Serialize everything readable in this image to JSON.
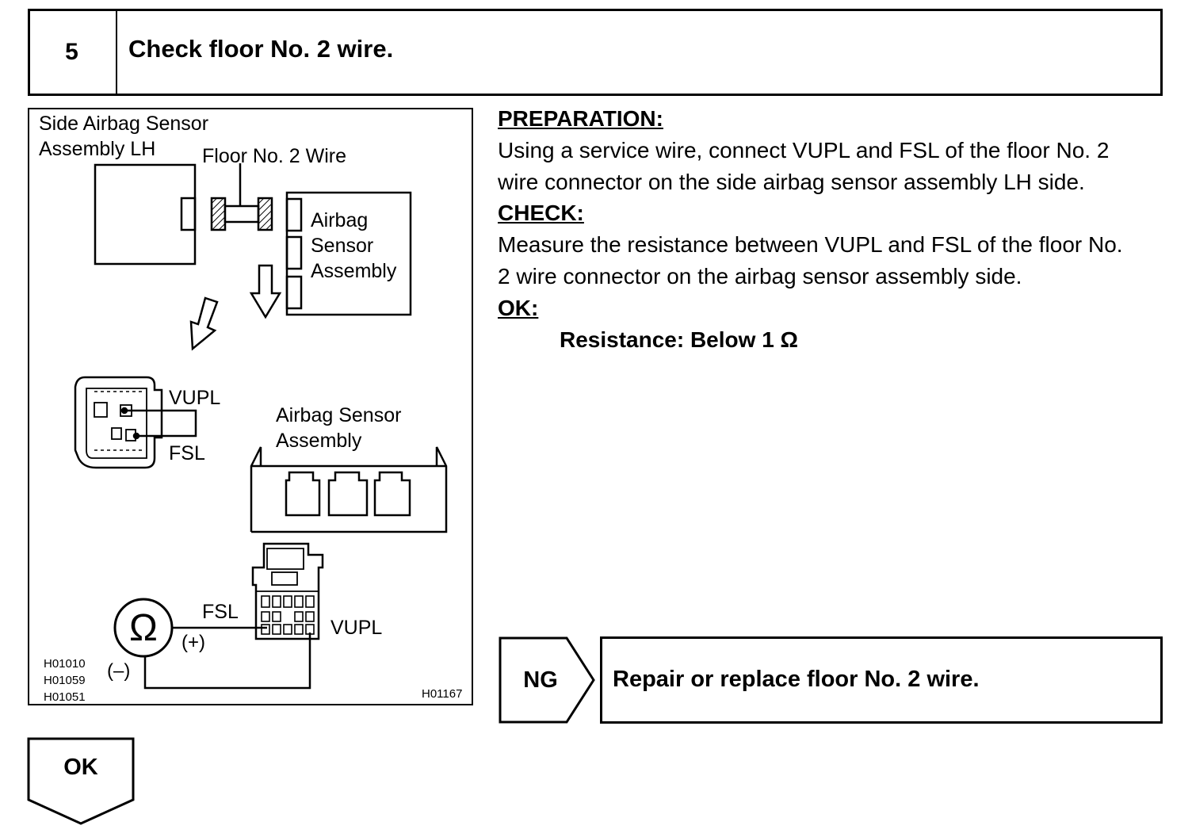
{
  "step": {
    "number": "5",
    "title": "Check floor No. 2 wire."
  },
  "figure": {
    "labels": {
      "side_sensor_1": "Side Airbag Sensor",
      "side_sensor_2": "Assembly LH",
      "floor_wire": "Floor No. 2 Wire",
      "airbag_1": "Airbag",
      "airbag_2": "Sensor",
      "airbag_3": "Assembly",
      "vupl_top": "VUPL",
      "fsl_top": "FSL",
      "airbag_assy_1": "Airbag Sensor",
      "airbag_assy_2": "Assembly",
      "fsl_bottom": "FSL",
      "vupl_bottom": "VUPL",
      "ohm": "Ω",
      "plus": "(+)",
      "minus": "(–)",
      "code_1": "H01010",
      "code_2": "H01059",
      "code_3": "H01051",
      "code_right": "H01167"
    }
  },
  "instructions": {
    "preparation_heading": "PREPARATION:",
    "preparation_line1": "Using a service wire, connect VUPL and FSL of the floor No. 2",
    "preparation_line2": "wire connector on the side airbag sensor assembly LH side.",
    "check_heading": "CHECK:",
    "check_line1": "Measure the resistance between VUPL and FSL of the floor No.",
    "check_line2": "2 wire connector on the airbag sensor assembly side.",
    "ok_heading": "OK:",
    "ok_spec": "Resistance: Below 1 Ω"
  },
  "flow": {
    "ng_label": "NG",
    "ng_action": "Repair or replace floor No. 2 wire.",
    "ok_label": "OK"
  }
}
